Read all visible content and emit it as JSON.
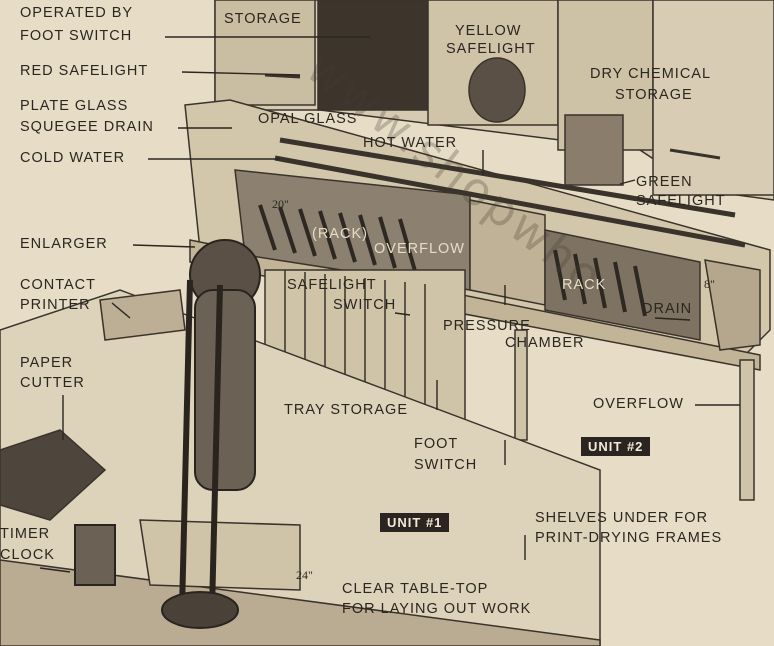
{
  "labels": {
    "operated_by": "OPERATED BY",
    "foot_switch_top": "FOOT SWITCH",
    "red_safelight": "RED SAFELIGHT",
    "plate_glass": "PLATE GLASS",
    "squegee_drain": "SQUEGEE DRAIN",
    "cold_water": "COLD WATER",
    "enlarger": "ENLARGER",
    "contact": "CONTACT",
    "printer": "PRINTER",
    "paper": "PAPER",
    "cutter": "CUTTER",
    "timer": "TIMER",
    "clock": "CLOCK",
    "storage": "STORAGE",
    "yellow": "YELLOW",
    "safelight_y": "SAFELIGHT",
    "dry_chemical": "DRY CHEMICAL",
    "storage_dc": "STORAGE",
    "opal_glass": "OPAL GLASS",
    "hot_water": "HOT WATER",
    "green": "GREEN",
    "safelight_g": "SAFELIGHT",
    "rack_left": "(RACK)",
    "overflow_mid": "OVERFLOW",
    "rack_right": "RACK",
    "safelight_label": "SAFELIGHT",
    "switch_label": "SWITCH",
    "pressure": "PRESSURE",
    "chamber": "CHAMBER",
    "drain": "DRAIN",
    "overflow_right": "OVERFLOW",
    "tray_storage": "TRAY STORAGE",
    "foot": "FOOT",
    "switch_bottom": "SWITCH",
    "shelves_1": "SHELVES UNDER FOR",
    "shelves_2": "PRINT-DRYING FRAMES",
    "clear_1": "CLEAR TABLE-TOP",
    "clear_2": "FOR LAYING OUT WORK"
  },
  "badges": {
    "unit1": "UNIT #1",
    "unit2": "UNIT #2"
  },
  "dimensions": {
    "d20": "20\"",
    "d8": "8\"",
    "d24": "24\""
  },
  "watermark": "www.shopwho",
  "colors": {
    "paper": "#e7ddc6",
    "ink": "#2b2620",
    "shade": "#b8ab93",
    "dark": "#4a4238"
  }
}
